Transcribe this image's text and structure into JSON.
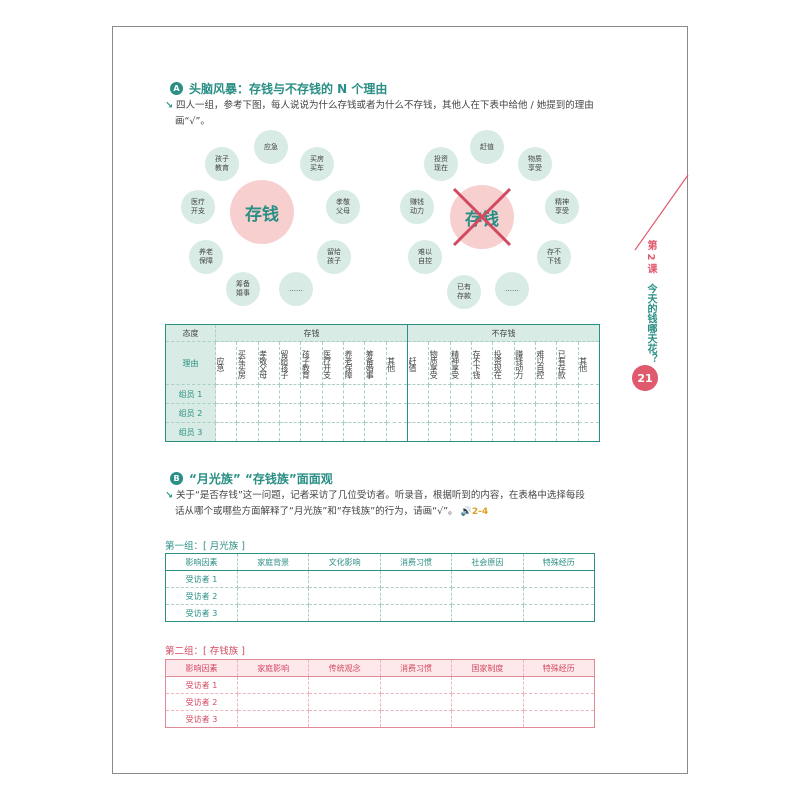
{
  "sectionA": {
    "badge": "A",
    "title": "头脑风暴：存钱与不存钱的 N 个理由",
    "instruction_l1": "四人一组，参考下图，每人说说为什么存钱或者为什么不存钱，其他人在下表中给他 / 她提到的理由",
    "instruction_l2": "画“√”。",
    "left_center": "存钱",
    "left_bubbles": [
      "应急",
      "买房\n买车",
      "孝敬\n父母",
      "留给\n孩子",
      "……",
      "筹备\n婚事",
      "养老\n保障",
      "医疗\n开支",
      "孩子\n教育"
    ],
    "right_center": "存钱",
    "right_bubbles": [
      "赶值",
      "物质\n享受",
      "精神\n享受",
      "存不\n下钱",
      "……",
      "已有\n存款",
      "难以\n自控",
      "赚钱\n动力",
      "投资\n现在"
    ],
    "table": {
      "attitude_label": "态度",
      "save_label": "存钱",
      "nosave_label": "不存钱",
      "reason_label": "理由",
      "save_reasons": [
        "应急",
        "买车买房",
        "孝敬父母",
        "留给孩子",
        "孩子教育",
        "医疗开支",
        "养老保障",
        "筹备婚事",
        "其他"
      ],
      "nosave_reasons": [
        "赶值",
        "物质享受",
        "精神享受",
        "存不下钱",
        "投资现在",
        "赚钱动力",
        "难以自控",
        "已有存款",
        "其他"
      ],
      "rows": [
        "组员 1",
        "组员 2",
        "组员 3"
      ]
    }
  },
  "sectionB": {
    "badge": "B",
    "title": "“月光族” “存钱族”面面观",
    "instruction_l1": "关于“是否存钱”这一问题，记者采访了几位受访者。听录音，根据听到的内容，在表格中选择每段",
    "instruction_l2": "话从哪个或哪些方面解释了“月光族”和“存钱族”的行为，请画“√”。",
    "audio": "2-4",
    "group1_label": "第一组：[ 月光族 ]",
    "group1_headers": [
      "影响因素",
      "家庭背景",
      "文化影响",
      "消费习惯",
      "社会原因",
      "特殊经历"
    ],
    "group2_label": "第二组：[ 存钱族 ]",
    "group2_headers": [
      "影响因素",
      "家庭影响",
      "传统观念",
      "消费习惯",
      "国家制度",
      "特殊经历"
    ],
    "rows": [
      "受访者 1",
      "受访者 2",
      "受访者 3"
    ]
  },
  "side": {
    "lesson": "第 2 课",
    "title": "今天的钱哪天花？",
    "page_number": "21"
  },
  "colors": {
    "teal": "#2a8f85",
    "pink": "#e05a6e",
    "bubble": "#d8ebe4",
    "center": "#f7cfcf"
  }
}
